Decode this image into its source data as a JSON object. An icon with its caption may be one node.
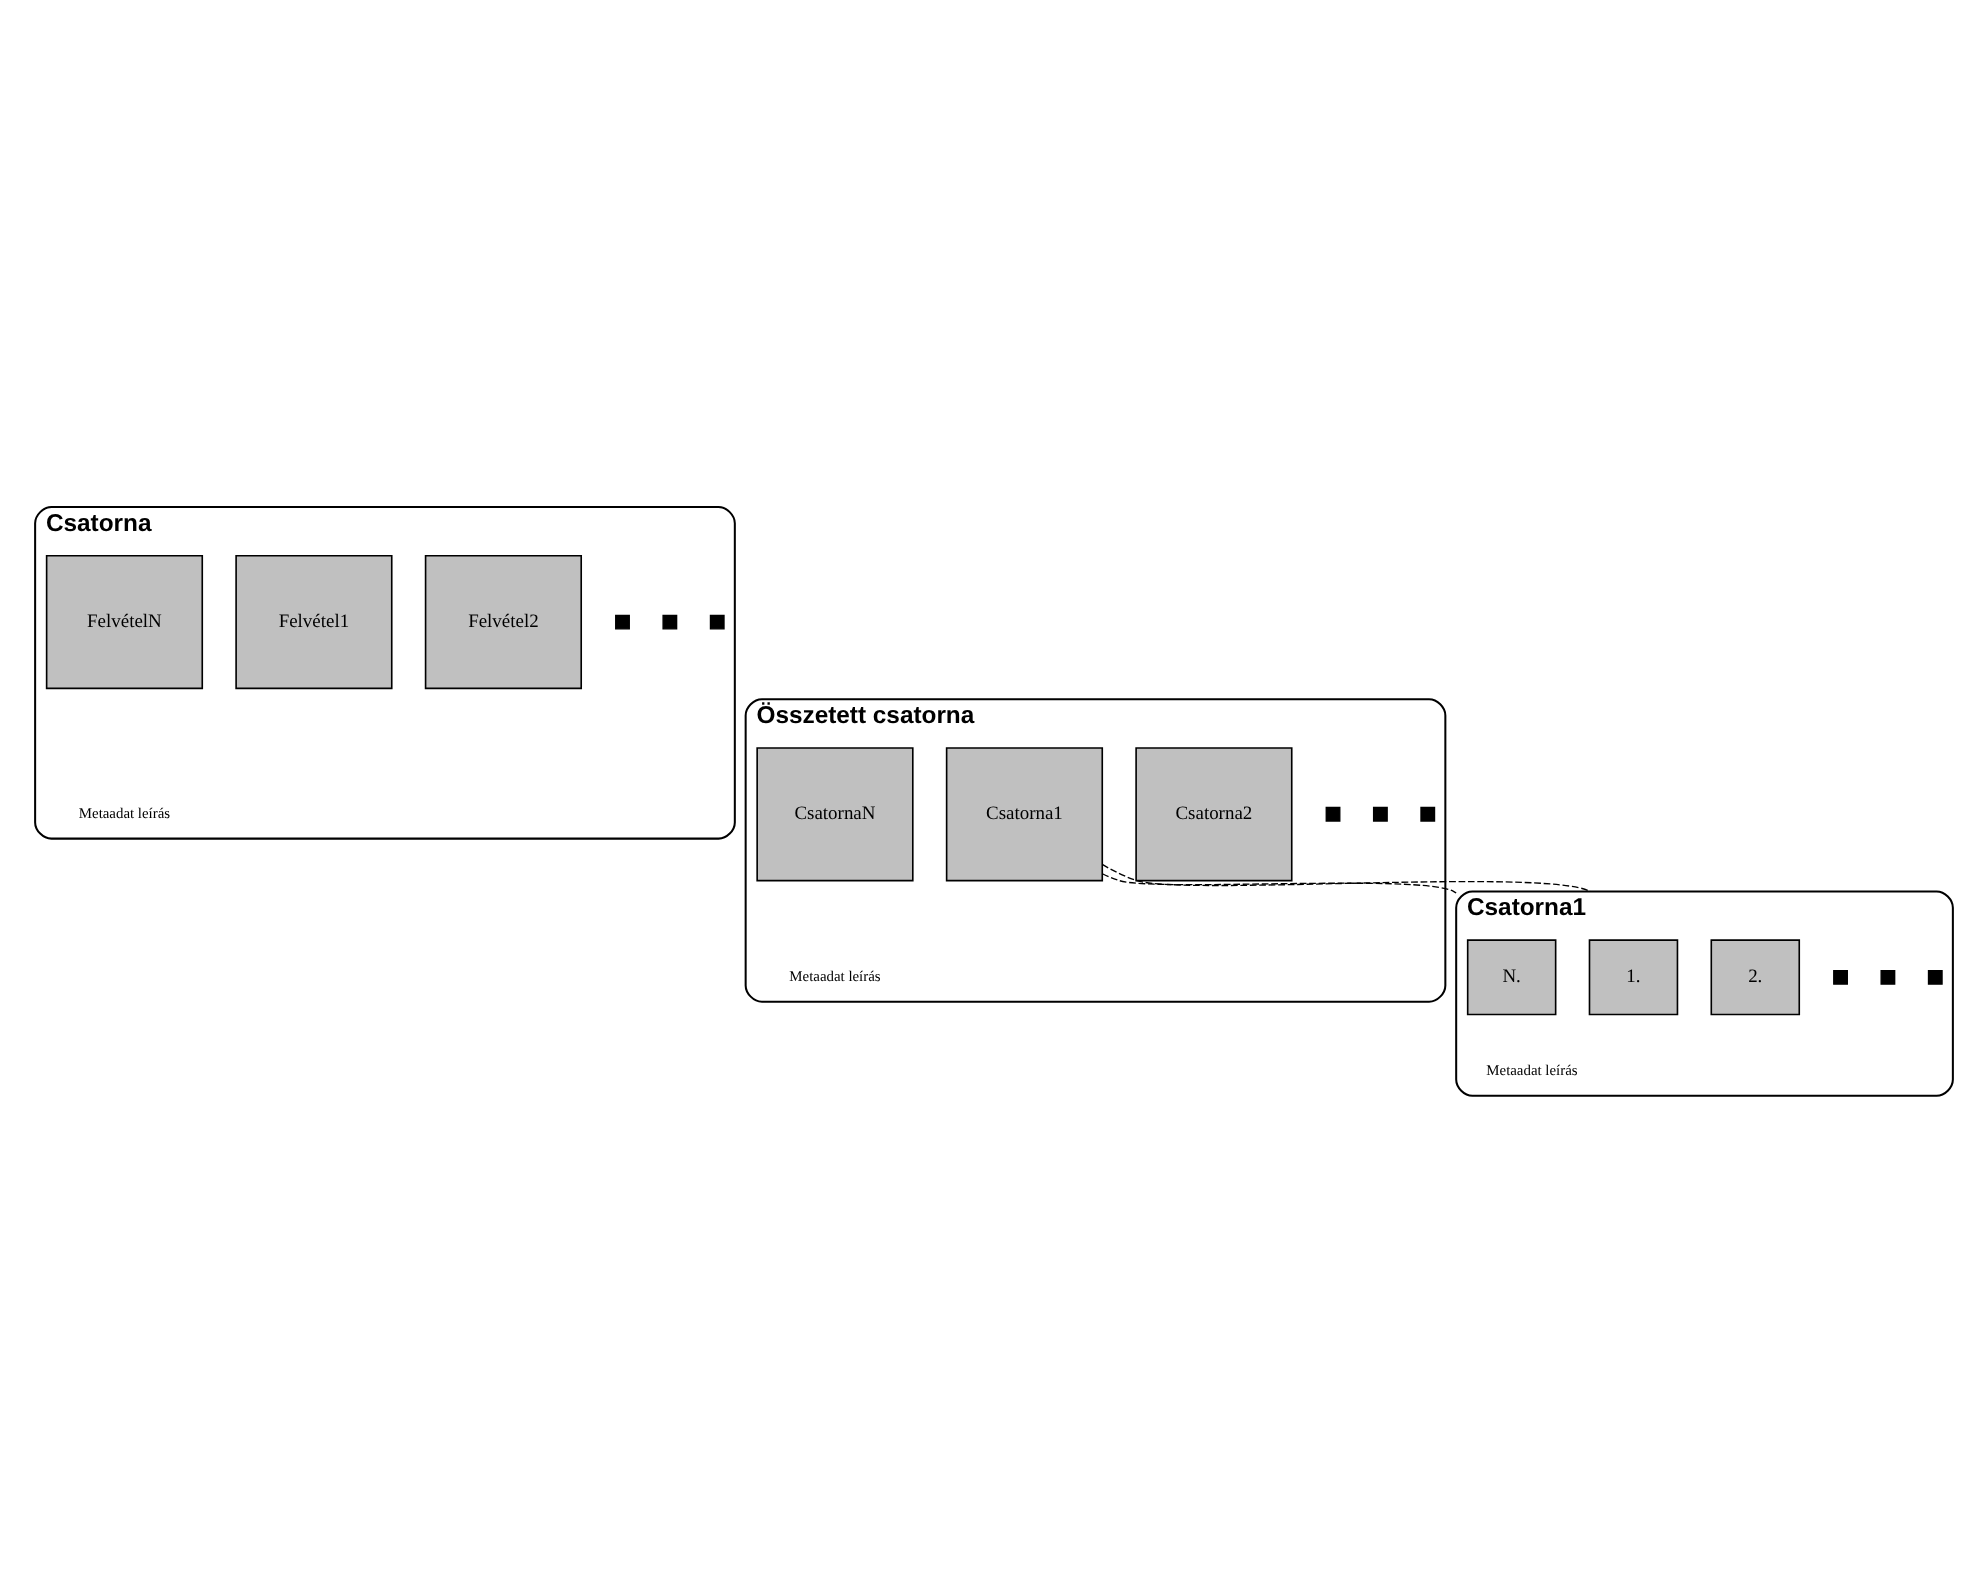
{
  "diagram": {
    "nodes": [
      {
        "text": [
          "Csatorna",
          "Metaadat leírás"
        ]
      },
      {
        "text": [
          "Felvétel1"
        ],
        "in": 0
      },
      {
        "text": [
          "Felvétel2"
        ],
        "in": 0
      },
      {
        "text": [
          "FelvételN"
        ],
        "in": 0
      },
      {
        "text": [
          "Összetett csatorna",
          "Metaadat leírás"
        ]
      },
      {
        "text": [
          "Csatorna1"
        ],
        "in": 4
      },
      {
        "text": [
          "Csatorna2"
        ],
        "in": 4
      },
      {
        "text": [
          "CsatornaN"
        ],
        "in": 4
      },
      {
        "text": [
          "Csatorna1",
          "Metaadat leírás"
        ]
      },
      {
        "text": [
          "1."
        ],
        "in": 8
      },
      {
        "text": [
          "2."
        ],
        "in": 8
      },
      {
        "text": [
          "N."
        ],
        "in": 8
      }
    ],
    "edges": [
      {
        "from": 5,
        "to": 8,
        "arrow": "none",
        "style": "dashed"
      },
      {
        "from": 5,
        "to": 8,
        "arrow": "none",
        "style": "dashed"
      }
    ]
  }
}
